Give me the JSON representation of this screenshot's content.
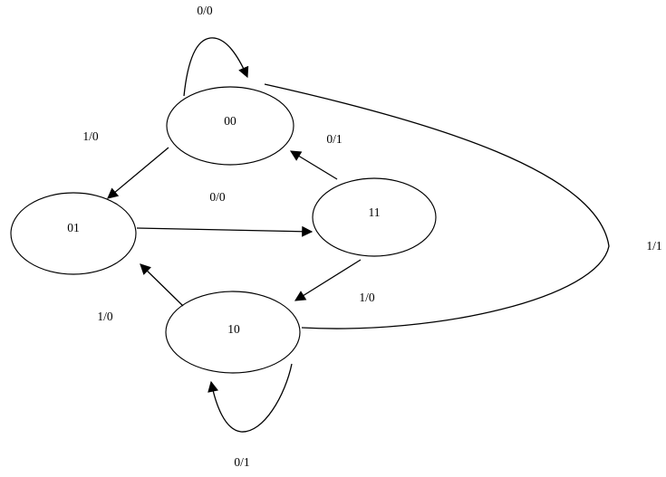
{
  "diagram": {
    "kind": "mealy-state-machine",
    "background_color": "#ffffff",
    "line_color": "#000000",
    "states": [
      {
        "id": "00",
        "label": "00"
      },
      {
        "id": "01",
        "label": "01"
      },
      {
        "id": "11",
        "label": "11"
      },
      {
        "id": "10",
        "label": "10"
      }
    ],
    "transitions": [
      {
        "from": "00",
        "to": "00",
        "label": "0/0"
      },
      {
        "from": "00",
        "to": "01",
        "label": "1/0"
      },
      {
        "from": "01",
        "to": "11",
        "label": "0/0"
      },
      {
        "from": "11",
        "to": "00",
        "label": "0/1"
      },
      {
        "from": "11",
        "to": "10",
        "label": "1/0"
      },
      {
        "from": "10",
        "to": "01",
        "label": "1/0"
      },
      {
        "from": "10",
        "to": "10",
        "label": "0/1"
      },
      {
        "from": "10",
        "to": "00",
        "label": "1/1"
      }
    ]
  }
}
